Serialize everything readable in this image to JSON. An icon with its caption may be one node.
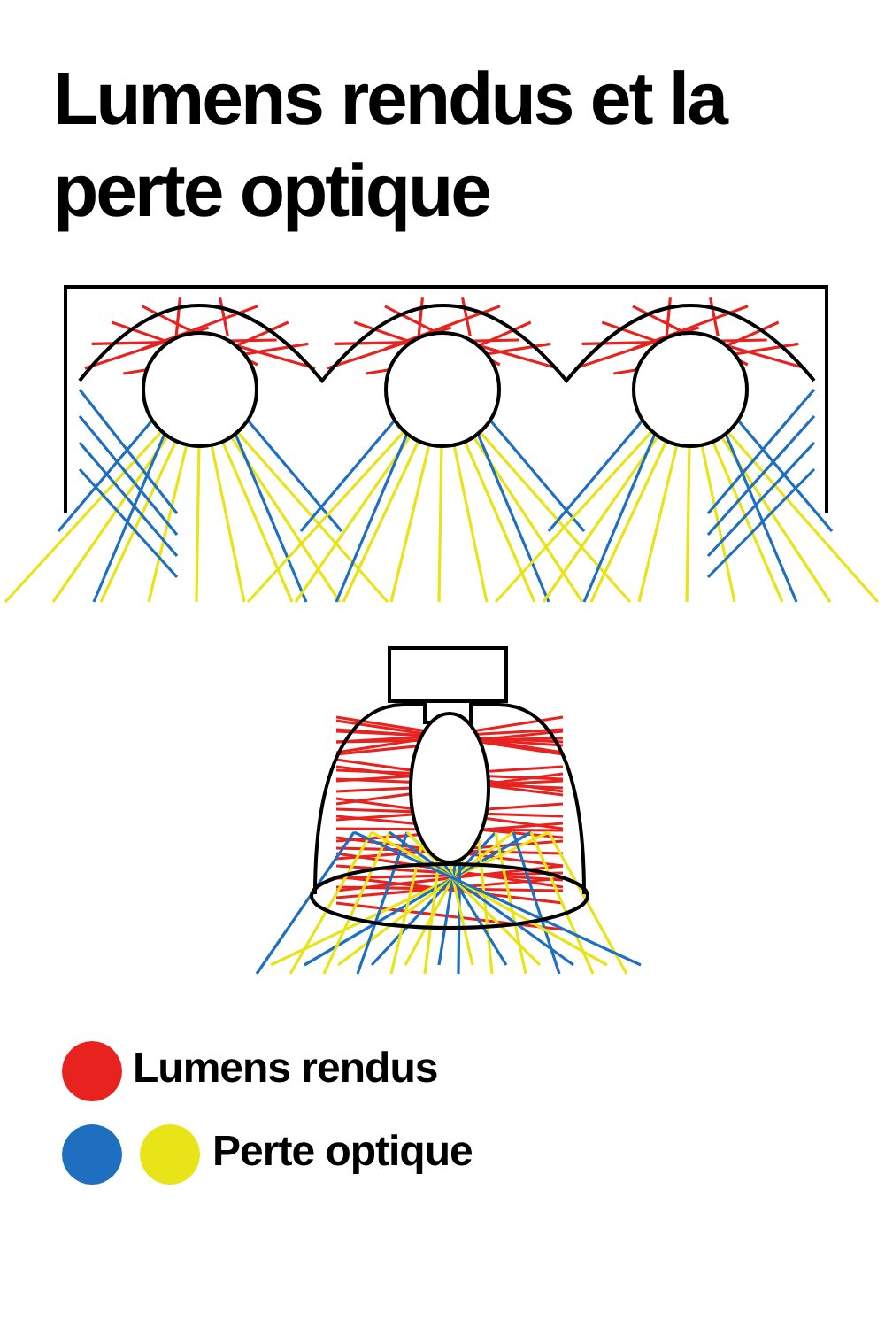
{
  "diagram": {
    "title": "Lumens rendus et la perte optique",
    "legend": [
      {
        "text": "Lumens rendus",
        "color": "#e8231f"
      },
      {
        "text": "Perte optique",
        "color": "#1f6fc0"
      }
    ]
  }
}
